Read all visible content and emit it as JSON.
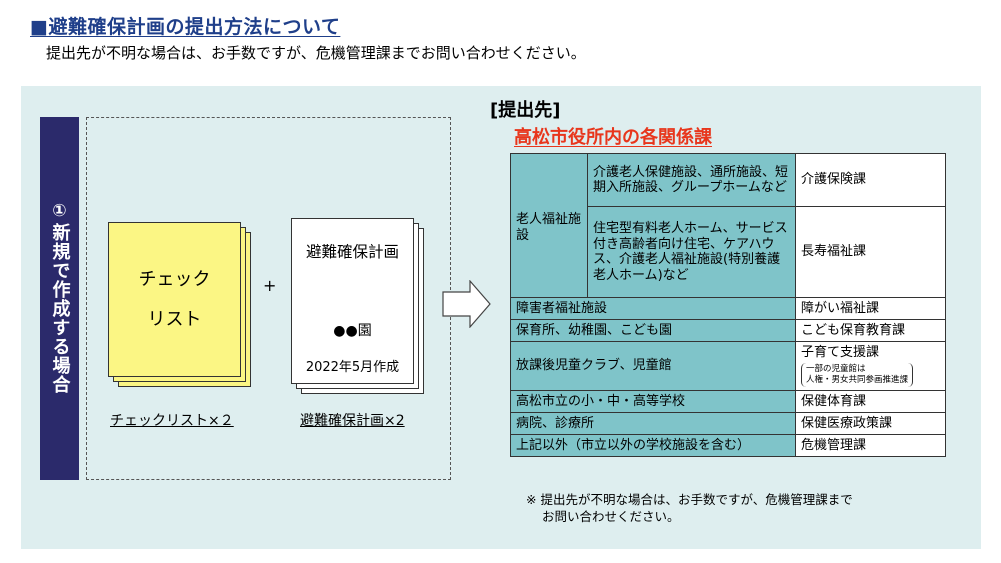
{
  "header": {
    "title": "■避難確保計画の提出方法について",
    "subtitle": "提出先が不明な場合は、お手数ですが、危機管理課までお問い合わせください。"
  },
  "left_bar": {
    "number": "①",
    "label": "新規で作成する場合"
  },
  "documents": {
    "checklist": {
      "line1": "チェック",
      "line2": "リスト",
      "caption": "チェックリスト×２"
    },
    "plus": "+",
    "plan": {
      "title": "避難確保計画",
      "facility": "●●園",
      "date": "2022年5月作成",
      "caption": "避難確保計画×2"
    }
  },
  "destination": {
    "label": "[提出先]",
    "name": "高松市役所内の各関係課",
    "elderly": {
      "category": "老人福祉施設",
      "rows": [
        {
          "facility": "介護老人保健施設、通所施設、短期入所施設、グループホームなど",
          "section": "介護保険課"
        },
        {
          "facility": "住宅型有料老人ホーム、サービス付き高齢者向け住宅、ケアハウス、介護老人福祉施設(特別養護老人ホーム)など",
          "section": "長寿福祉課"
        }
      ]
    },
    "rows": [
      {
        "facility": "障害者福祉施設",
        "section": "障がい福祉課"
      },
      {
        "facility": "保育所、幼稚園、こども園",
        "section": "こども保育教育課"
      },
      {
        "facility": "放課後児童クラブ、児童館",
        "section": "子育て支援課",
        "note_line1": "一部の児童館は",
        "note_line2": "人権・男女共同参画推進課"
      },
      {
        "facility": "高松市立の小・中・高等学校",
        "section": "保健体育課"
      },
      {
        "facility": "病院、診療所",
        "section": "保健医療政策課"
      },
      {
        "facility": "上記以外（市立以外の学校施設を含む）",
        "section": "危機管理課"
      }
    ],
    "note_line1": "※ 提出先が不明な場合は、お手数ですが、危機管理課まで",
    "note_line2": "お問い合わせください。"
  },
  "colors": {
    "title": "#1f3f8a",
    "panel": "#deeeef",
    "left_bar": "#2b2a6b",
    "checklist_sheet": "#fbf684",
    "table_header": "#7fc4c9",
    "destination_name": "#e8361c"
  },
  "icons": {
    "arrow": "right-arrow-icon"
  }
}
